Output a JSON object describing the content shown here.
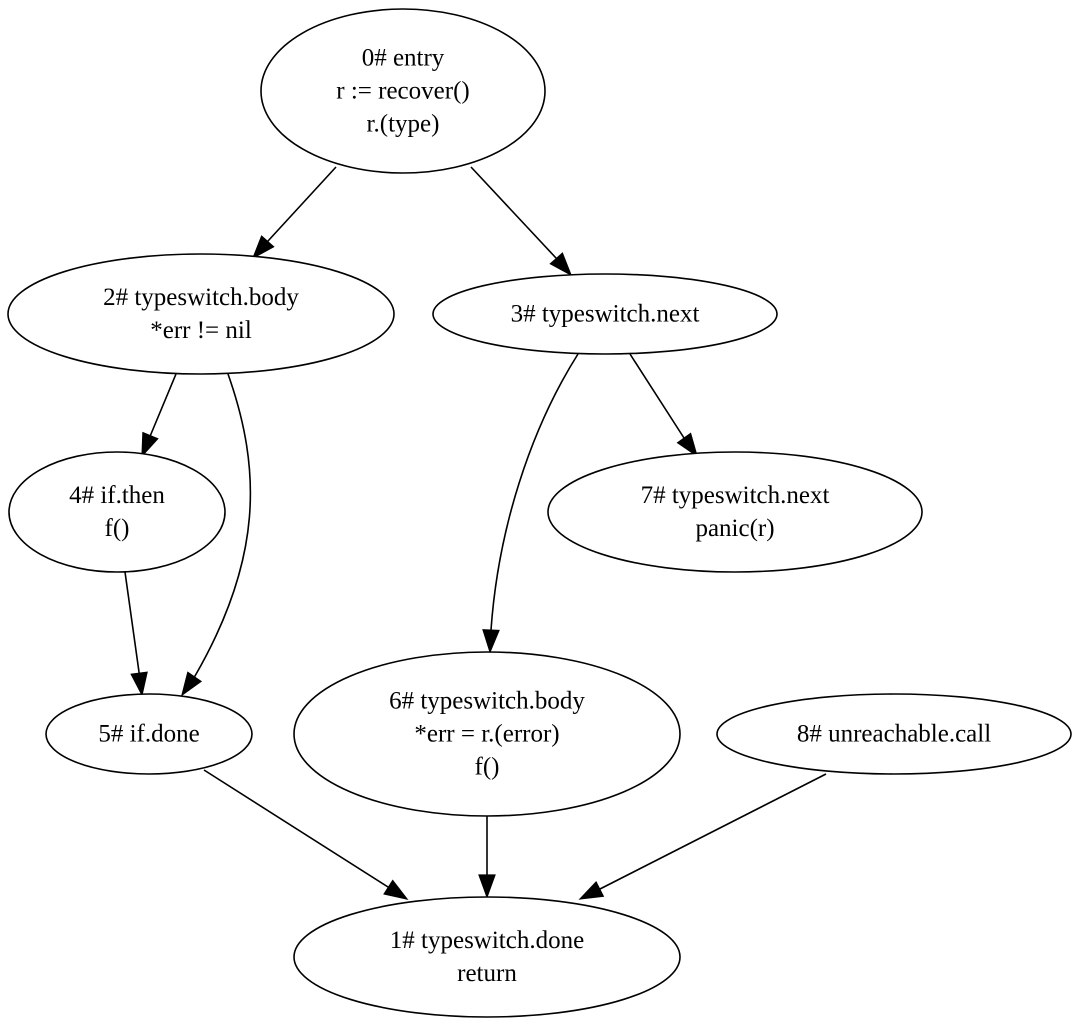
{
  "diagram": {
    "type": "control-flow-graph",
    "nodes": [
      {
        "id": "n0",
        "lines": [
          "0# entry",
          "r := recover()",
          "r.(type)"
        ]
      },
      {
        "id": "n2",
        "lines": [
          "2# typeswitch.body",
          "*err != nil"
        ]
      },
      {
        "id": "n3",
        "lines": [
          "3# typeswitch.next"
        ]
      },
      {
        "id": "n4",
        "lines": [
          "4# if.then",
          "f()"
        ]
      },
      {
        "id": "n7",
        "lines": [
          "7# typeswitch.next",
          "panic(r)"
        ]
      },
      {
        "id": "n5",
        "lines": [
          "5# if.done"
        ]
      },
      {
        "id": "n6",
        "lines": [
          "6# typeswitch.body",
          "*err = r.(error)",
          "f()"
        ]
      },
      {
        "id": "n8",
        "lines": [
          "8# unreachable.call"
        ]
      },
      {
        "id": "n1",
        "lines": [
          "1# typeswitch.done",
          "return"
        ]
      }
    ],
    "edges": [
      {
        "from": "n0",
        "to": "n2"
      },
      {
        "from": "n0",
        "to": "n3"
      },
      {
        "from": "n2",
        "to": "n4"
      },
      {
        "from": "n2",
        "to": "n5"
      },
      {
        "from": "n3",
        "to": "n6"
      },
      {
        "from": "n3",
        "to": "n7"
      },
      {
        "from": "n4",
        "to": "n5"
      },
      {
        "from": "n5",
        "to": "n1"
      },
      {
        "from": "n6",
        "to": "n1"
      },
      {
        "from": "n8",
        "to": "n1"
      }
    ]
  }
}
